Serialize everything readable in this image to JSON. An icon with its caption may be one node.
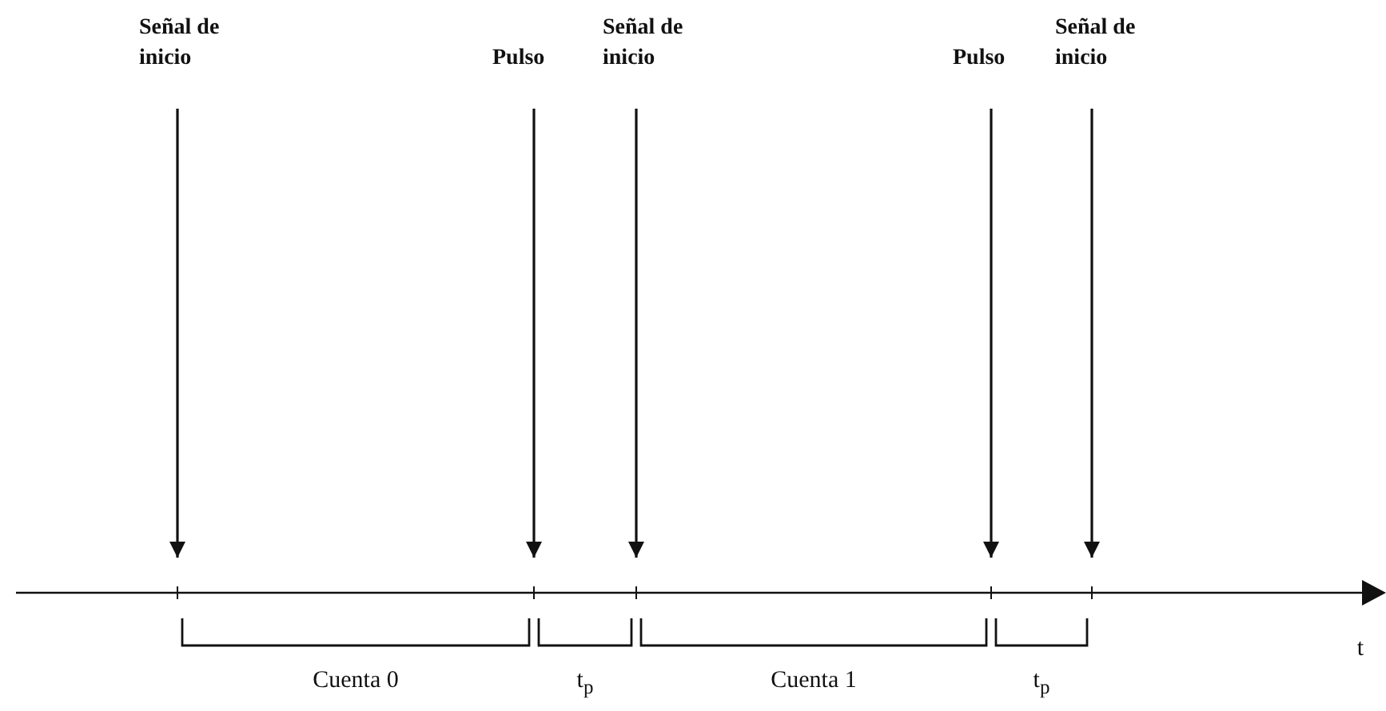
{
  "diagram": {
    "nodes": [
      {
        "text": [
          "Señal de inicio"
        ]
      },
      {
        "text": [
          "Pulso"
        ]
      },
      {
        "text": [
          "Señal de inicio"
        ]
      },
      {
        "text": [
          "Pulso"
        ]
      },
      {
        "text": [
          "Señal de inicio"
        ]
      },
      {
        "text": [],
        "shape": "line"
      }
    ],
    "edges": [
      {
        "from": 0,
        "to": 5,
        "arrow": "to"
      },
      {
        "from": 1,
        "to": 5,
        "arrow": "to"
      },
      {
        "from": 2,
        "to": 5,
        "arrow": "to"
      },
      {
        "from": 3,
        "to": 5,
        "arrow": "to"
      },
      {
        "from": 4,
        "to": 5,
        "arrow": "to"
      }
    ],
    "labels": [
      "Cuenta 0",
      "t$_{p}$",
      "Cuenta 1",
      "t$_{p}$",
      "t"
    ]
  }
}
